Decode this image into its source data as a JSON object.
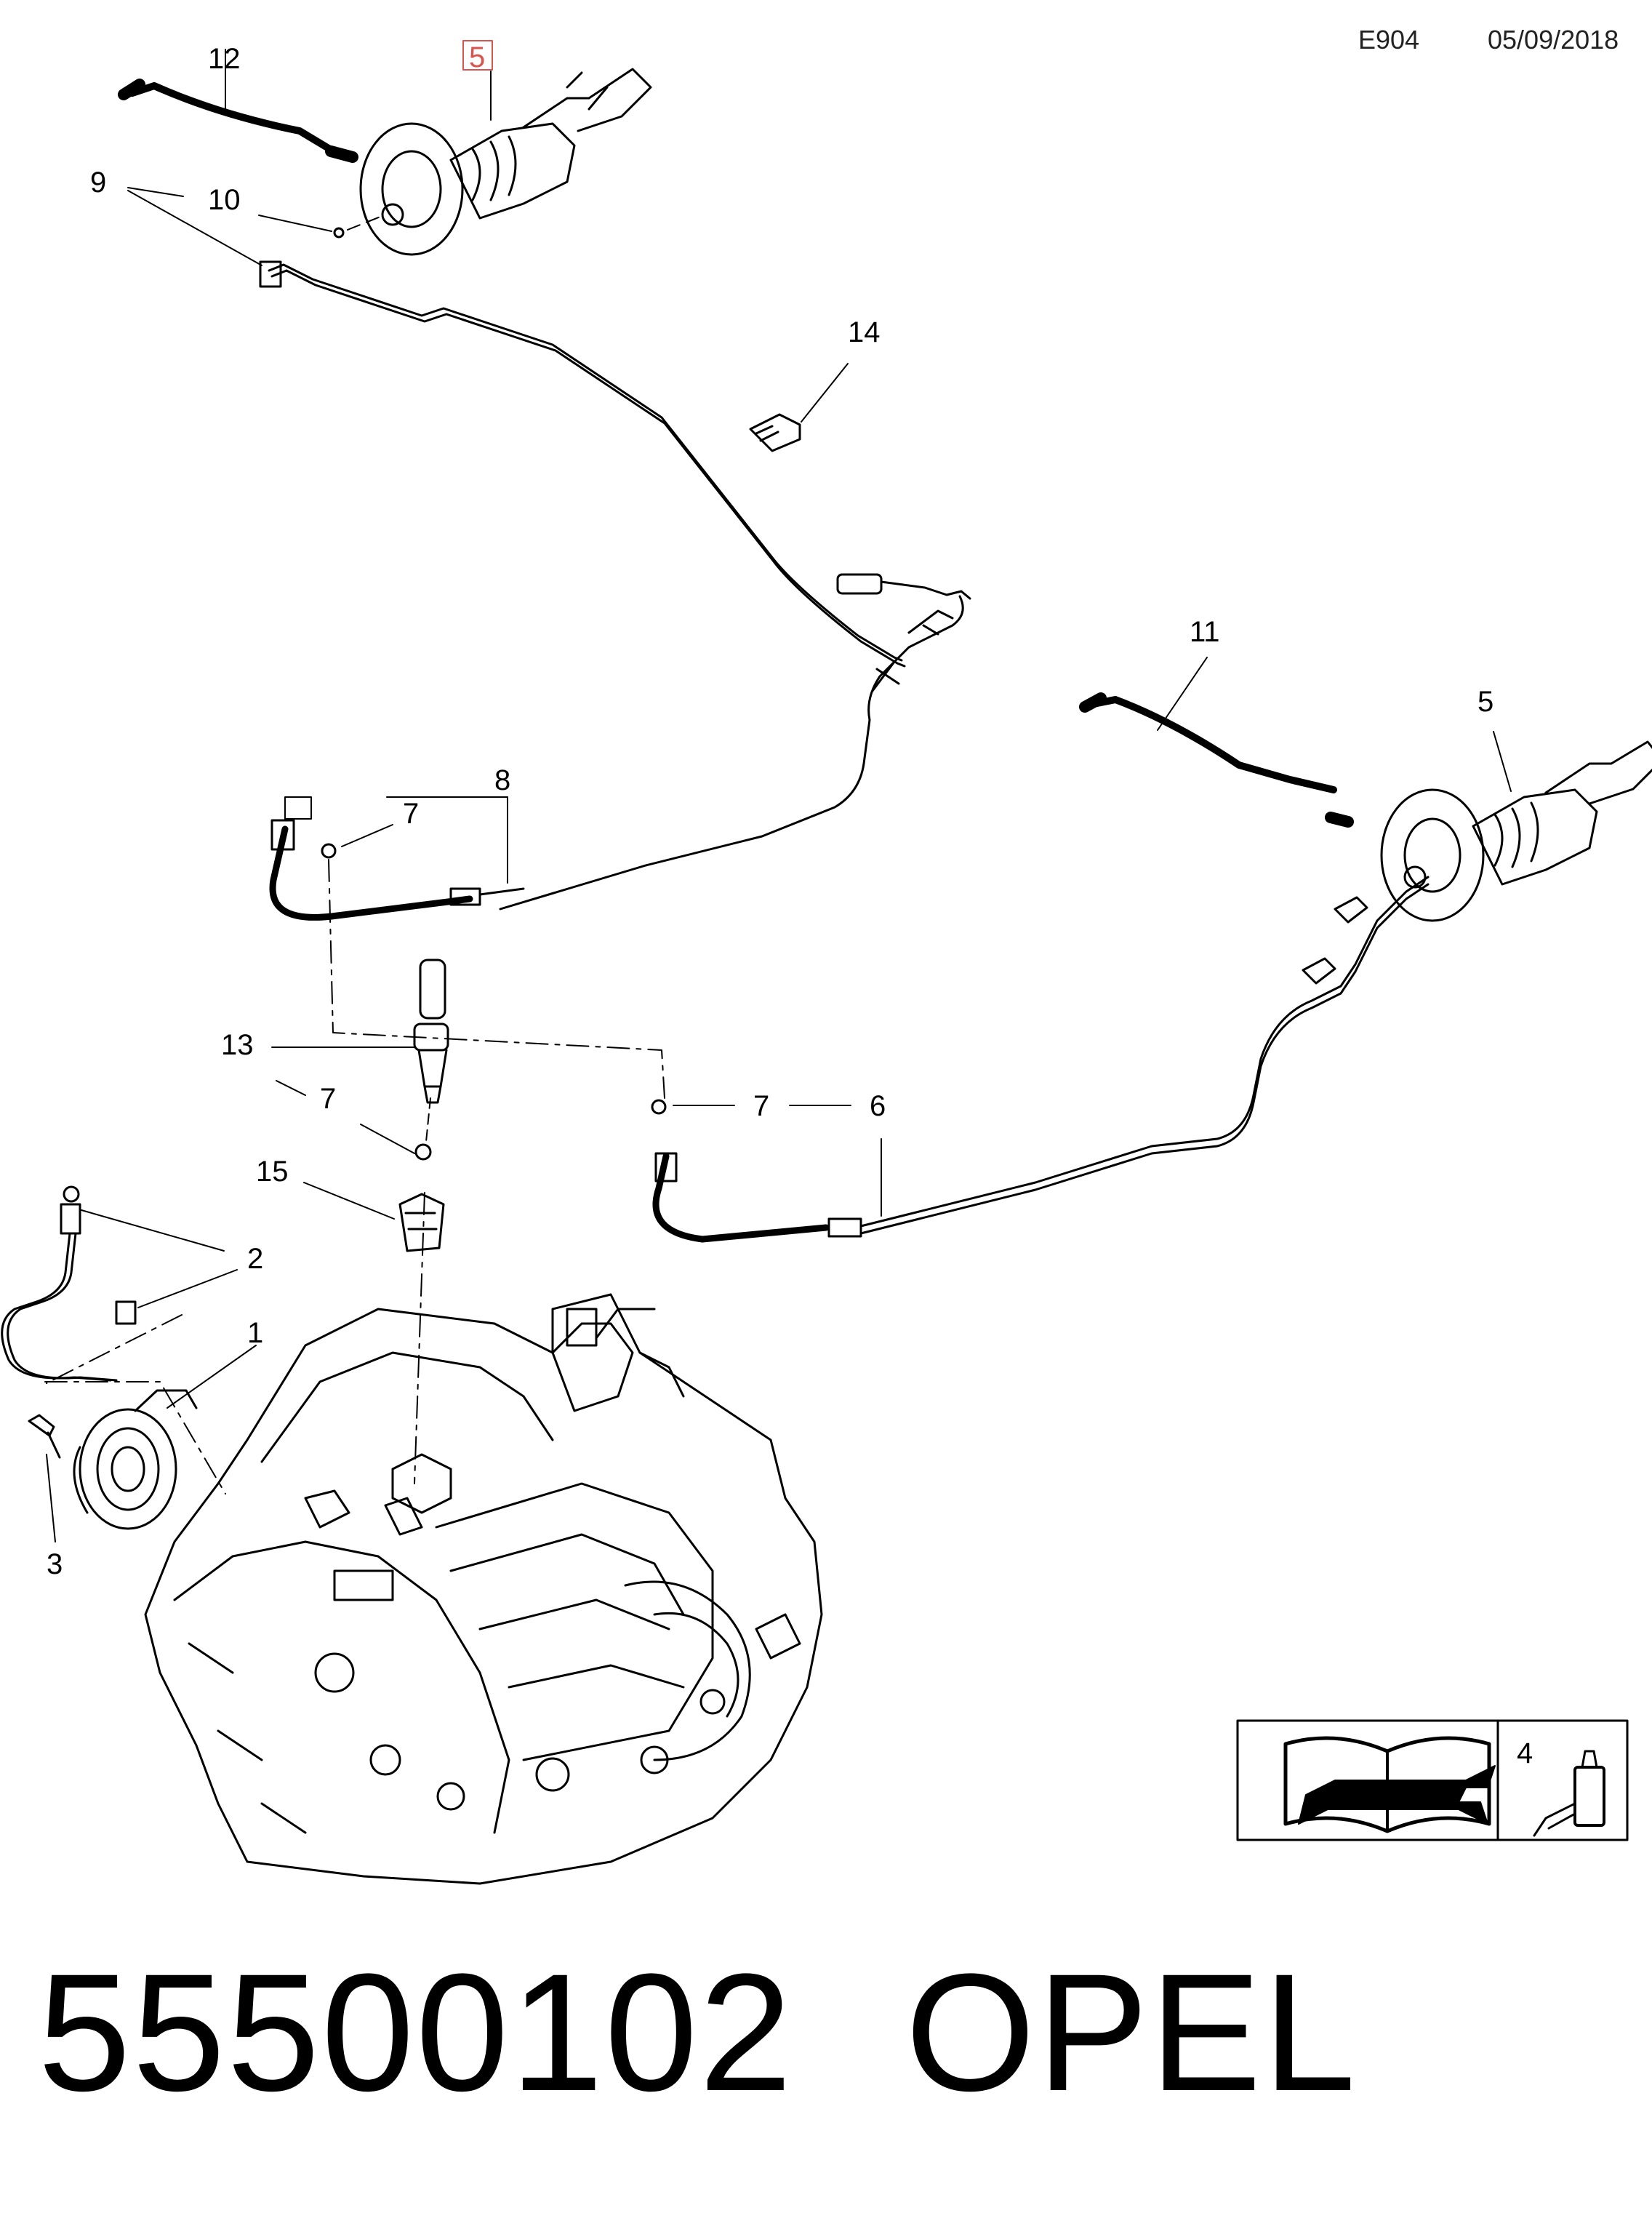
{
  "header": {
    "code": "E904",
    "date": "05/09/2018"
  },
  "footer": {
    "part_number": "55500102",
    "brand": "OPEL"
  },
  "callouts": {
    "c1": "1",
    "c2": "2",
    "c3": "3",
    "c4": "4",
    "c5_highlighted": "5",
    "c5": "5",
    "c6": "6",
    "c7a": "7",
    "c7b": "7",
    "c7c": "7",
    "c8": "8",
    "c9": "9",
    "c10": "10",
    "c11": "11",
    "c12": "12",
    "c13": "13",
    "c14": "14",
    "c15": "15"
  },
  "colors": {
    "highlight": "#d9534f",
    "line": "#000000"
  },
  "icons": [
    "repair-manual-icon",
    "sealant-tube-icon"
  ]
}
